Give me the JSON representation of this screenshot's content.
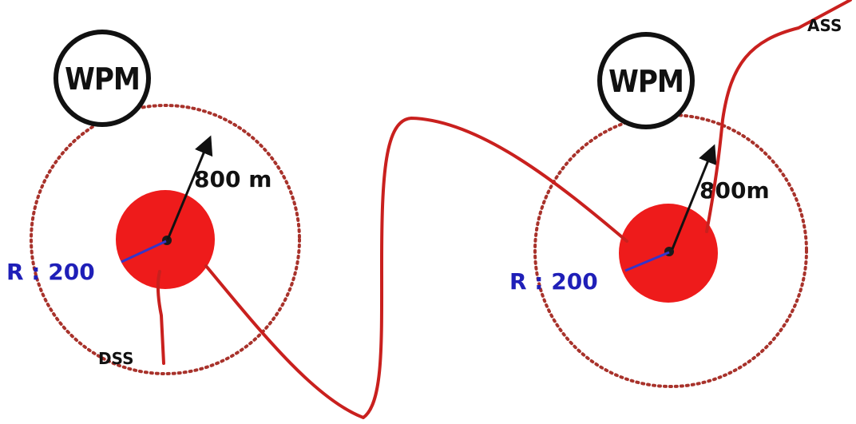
{
  "colors": {
    "track": "#c9201e",
    "zone_fill": "#ee1b1b",
    "outer_ring": "#a8322b",
    "radius_arrow": "#111111",
    "inner_radius": "#3535c8",
    "inner_label": "#1f1fb8"
  },
  "waypoints": [
    {
      "badge": "WPM",
      "outer_radius_label": "800 m",
      "inner_radius_label": "R : 200"
    },
    {
      "badge": "WPM",
      "outer_radius_label": "800m",
      "inner_radius_label": "R : 200"
    }
  ],
  "track": {
    "start_label": "DSS",
    "end_label": "ASS"
  }
}
